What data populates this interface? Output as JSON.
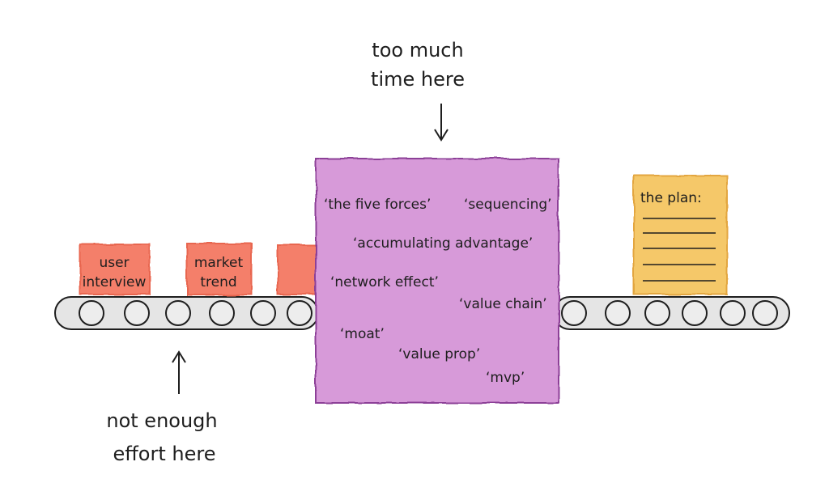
{
  "annotations": {
    "top_line1": "too much",
    "top_line2": "time here",
    "bottom_line1": "not enough",
    "bottom_line2": "effort here"
  },
  "input_boxes": [
    {
      "line1": "user",
      "line2": "interview"
    },
    {
      "line1": "market",
      "line2": "trend"
    },
    {
      "line1": "",
      "line2": ""
    }
  ],
  "jargon": [
    "‘the five forces’",
    "‘sequencing’",
    "‘accumulating advantage’",
    "‘network effect’",
    "‘value chain’",
    "‘moat’",
    "‘value prop’",
    "‘mvp’"
  ],
  "plan": {
    "title": "the plan:"
  },
  "colors": {
    "input_box": "#f47f6b",
    "input_box_border": "#e8664f",
    "machine": "#d79ad9",
    "machine_border": "#8c3f97",
    "plan_paper": "#f5c869",
    "plan_border": "#e3a63f",
    "belt": "#e5e5e5",
    "ink": "#1e1e1e"
  },
  "icons": {
    "arrow_down": "arrow-down-icon",
    "arrow_up": "arrow-up-icon",
    "roller": "roller-icon"
  }
}
